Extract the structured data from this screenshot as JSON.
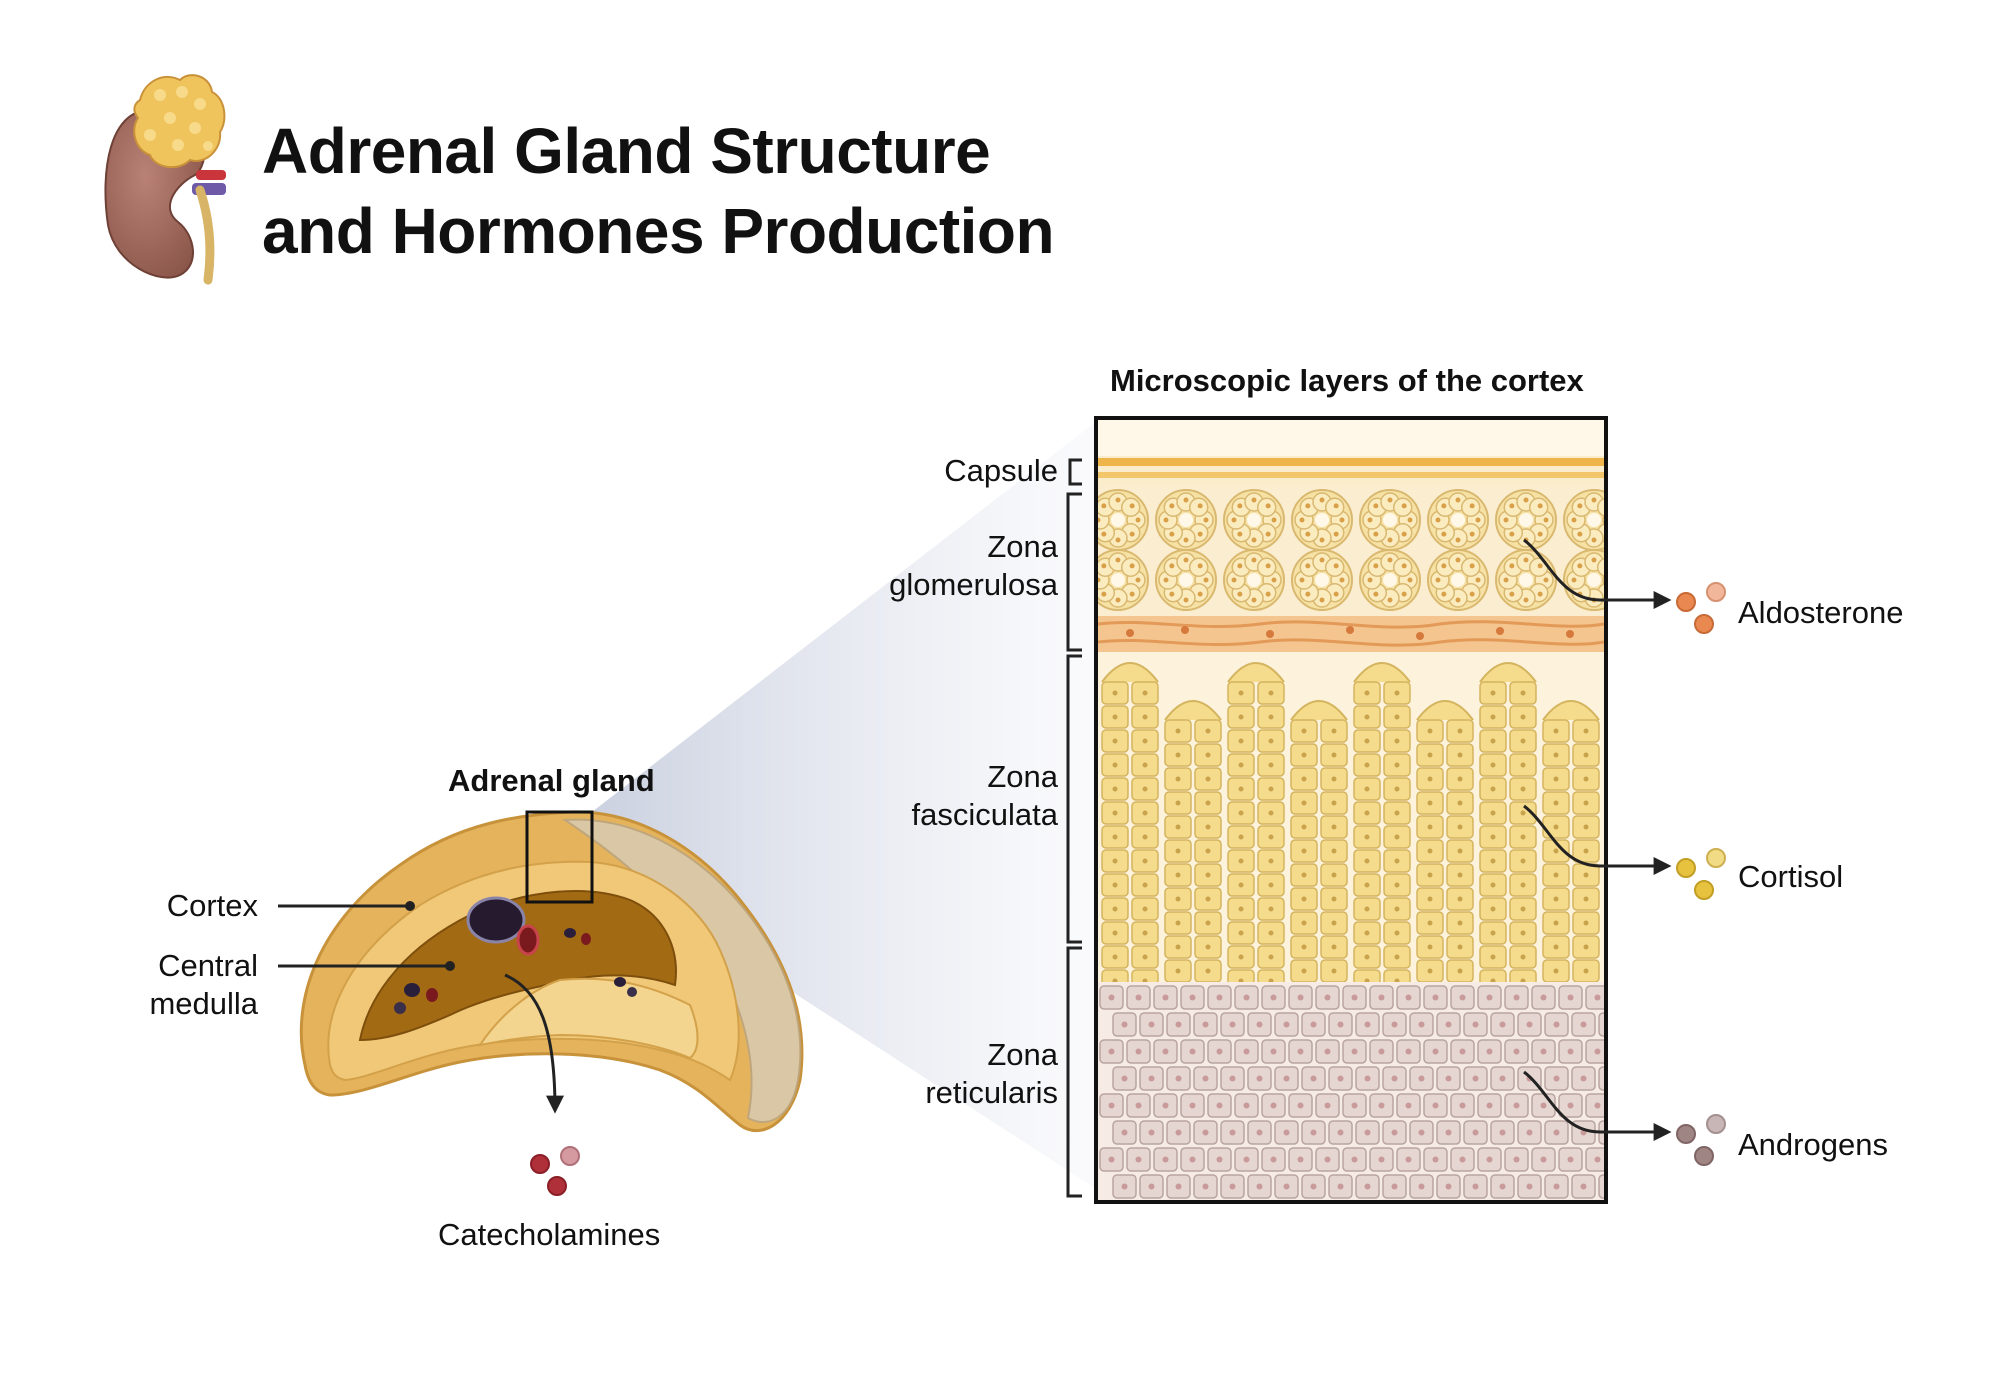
{
  "title": {
    "line1": "Adrenal Gland Structure",
    "line2": "and Hormones Production"
  },
  "gland": {
    "heading": "Adrenal gland",
    "cortex_label": "Cortex",
    "medulla_label_line1": "Central",
    "medulla_label_line2": "medulla",
    "output_label": "Catecholamines"
  },
  "cortex_panel": {
    "heading": "Microscopic layers of the cortex",
    "layers": [
      {
        "line1": "Capsule",
        "line2": ""
      },
      {
        "line1": "Zona",
        "line2": "glomerulosa"
      },
      {
        "line1": "Zona",
        "line2": "fasciculata"
      },
      {
        "line1": "Zona",
        "line2": "reticularis"
      }
    ],
    "hormones": [
      "Aldosterone",
      "Cortisol",
      "Androgens"
    ]
  },
  "colors": {
    "capsule": "#efb44a",
    "glomerulosa": "#f7e2a6",
    "fasciculata": "#f5dc8c",
    "reticularis": "#e6d6d2",
    "cortex": "#e8b65a",
    "medulla": "#a66a12",
    "aldosterone": "#e98850",
    "cortisol": "#e7c23f",
    "androgens": "#a08585",
    "catecholamines": "#b0303a"
  },
  "icons": [
    "kidney-adrenal-icon",
    "arrow-icon",
    "molecule-icon"
  ]
}
